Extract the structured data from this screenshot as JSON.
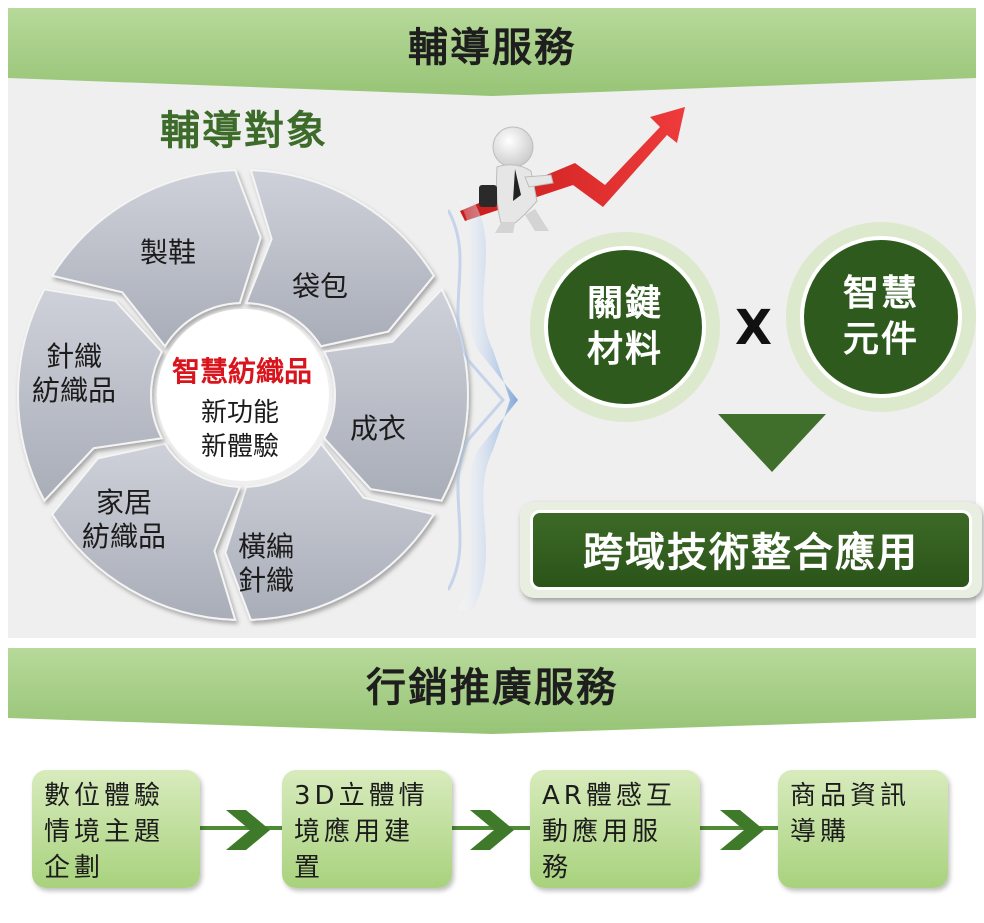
{
  "banners": {
    "top": "輔導服務",
    "bottom": "行銷推廣服務"
  },
  "subtitle": "輔導對象",
  "wheel": {
    "segments": [
      "製鞋",
      "袋包",
      "成衣",
      "橫編\n針織",
      "家居\n紡織品",
      "針織\n紡織品"
    ],
    "center_title": "智慧紡織品",
    "center_lines": [
      "新功能",
      "新體驗"
    ]
  },
  "circles": [
    {
      "line1": "關鍵",
      "line2": "材料"
    },
    {
      "line1": "智慧",
      "line2": "元件"
    }
  ],
  "times_sign": "X",
  "result": "跨域技術整合應用",
  "flow": [
    "數位體驗\n情境主題\n企劃",
    "3D立體情\n境應用建\n置",
    "AR體感互\n動應用服\n務",
    "商品資訊\n導購"
  ],
  "colors": {
    "banner_green": "#a9d08a",
    "dark_green": "#2e5a1d",
    "red_text": "#d9141d",
    "wheel_gray": "#b9bcc6"
  }
}
